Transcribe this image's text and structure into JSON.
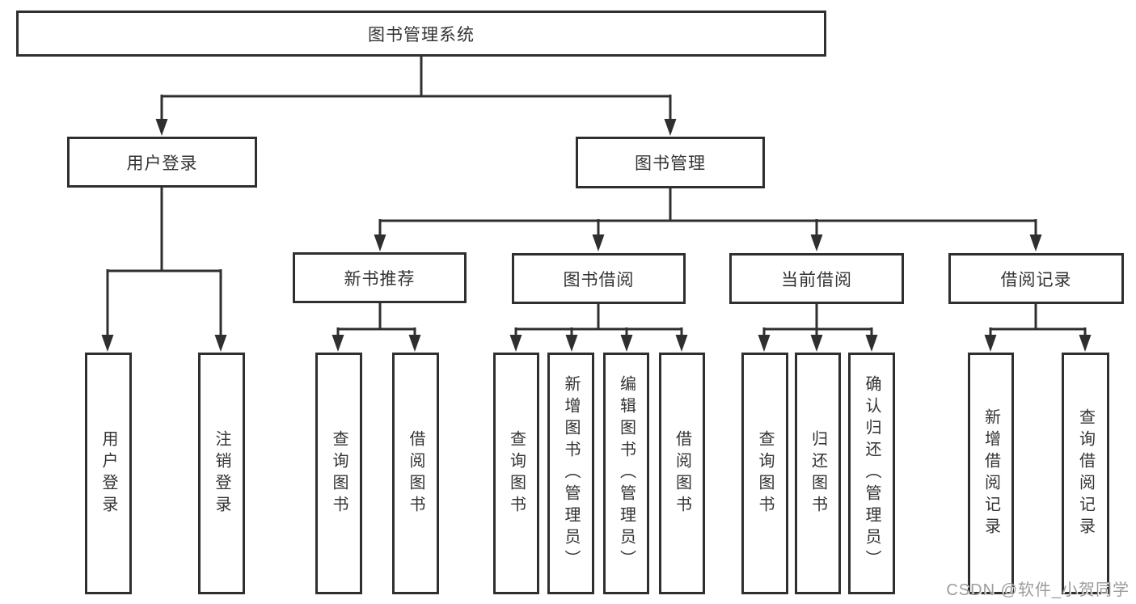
{
  "diagram": {
    "title_node": {
      "label": "图书管理系统"
    },
    "level2": [
      {
        "id": "user-login",
        "label": "用户登录"
      },
      {
        "id": "book-management",
        "label": "图书管理"
      }
    ],
    "level3": [
      {
        "id": "new-book-recommend",
        "label": "新书推荐",
        "parent": "图书管理"
      },
      {
        "id": "book-borrowing",
        "label": "图书借阅",
        "parent": "图书管理"
      },
      {
        "id": "current-borrowing",
        "label": "当前借阅",
        "parent": "图书管理"
      },
      {
        "id": "borrowing-records",
        "label": "借阅记录",
        "parent": "图书管理"
      }
    ],
    "leaves": [
      {
        "label": "用户登录",
        "parent": "用户登录"
      },
      {
        "label": "注销登录",
        "parent": "用户登录"
      },
      {
        "label": "查询图书",
        "parent": "新书推荐"
      },
      {
        "label": "借阅图书",
        "parent": "新书推荐"
      },
      {
        "label": "查询图书",
        "parent": "图书借阅"
      },
      {
        "label": "新增图书（管理员）",
        "parent": "图书借阅"
      },
      {
        "label": "编辑图书（管理员）",
        "parent": "图书借阅"
      },
      {
        "label": "借阅图书",
        "parent": "图书借阅"
      },
      {
        "label": "查询图书",
        "parent": "当前借阅"
      },
      {
        "label": "归还图书",
        "parent": "当前借阅"
      },
      {
        "label": "确认归还（管理员）",
        "parent": "当前借阅"
      },
      {
        "label": "新增借阅记录",
        "parent": "借阅记录"
      },
      {
        "label": "查询借阅记录",
        "parent": "借阅记录"
      }
    ]
  },
  "watermark": {
    "text": "CSDN @软件_小贺同学"
  },
  "colors": {
    "line": "#2f2f2f",
    "text": "#333333",
    "background": "#ffffff",
    "watermark": "#9c9c9c"
  }
}
